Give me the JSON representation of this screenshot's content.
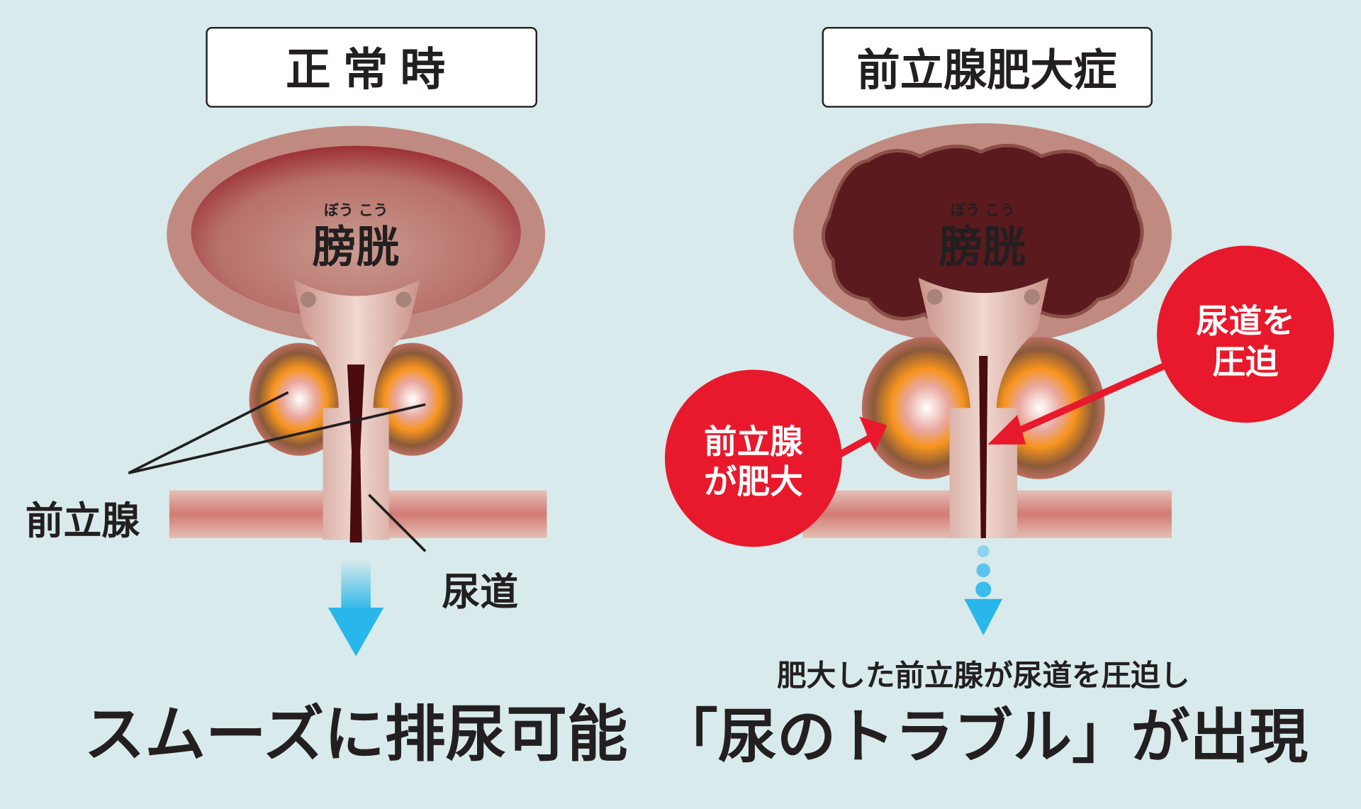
{
  "colors": {
    "background": "#d8eaec",
    "bladder_outer": "#c08a80",
    "bladder_inner": "#a6383d",
    "callout_red": "#e8192c",
    "flow_blue": "#29b6ea",
    "text": "#231f20"
  },
  "normal": {
    "heading": "正常時",
    "bladder_ruby": "ぼう こう",
    "bladder_label": "膀胱",
    "prostate_label": "前立腺",
    "urethra_label": "尿道",
    "caption": "スムーズに排尿可能"
  },
  "bph": {
    "heading": "前立腺肥大症",
    "bladder_ruby": "ぼう こう",
    "bladder_label": "膀胱",
    "callout_enlarged": [
      "前立腺",
      "が肥大"
    ],
    "callout_compress": [
      "尿道を",
      "圧迫"
    ],
    "caption_sub": "肥大した前立腺が尿道を圧迫し",
    "caption_main": "「尿のトラブル」が出現"
  }
}
